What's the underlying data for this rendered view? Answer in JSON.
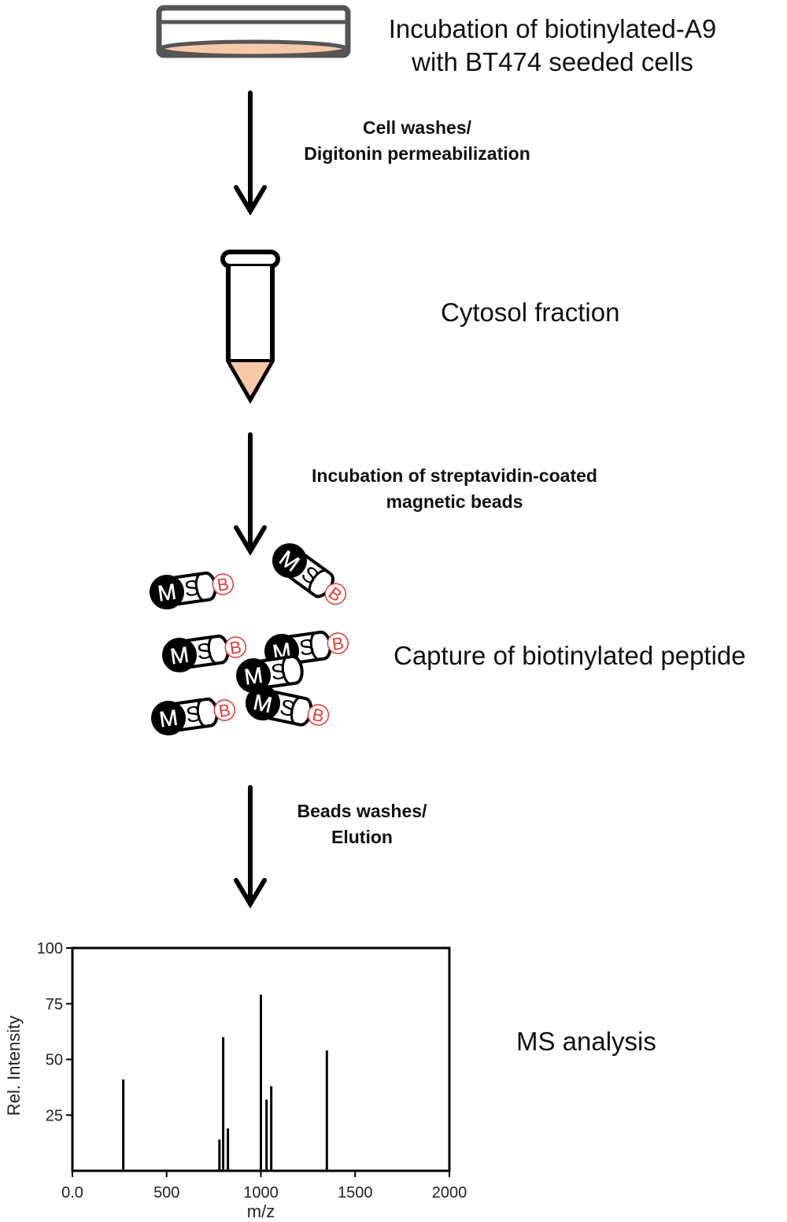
{
  "steps": {
    "incubation": {
      "line1": "Incubation of biotinylated-A9",
      "line2": "with BT474 seeded cells"
    },
    "cytosol": "Cytosol fraction",
    "capture": "Capture of biotinylated  peptide",
    "ms": "MS analysis"
  },
  "transitions": {
    "wash1": {
      "line1": "Cell washes/",
      "line2": "Digitonin permeabilization"
    },
    "wash2": {
      "line1": "Incubation of streptavidin-coated",
      "line2": "magnetic beads"
    },
    "wash3": {
      "line1": "Beads washes/",
      "line2": "Elution"
    }
  },
  "bead_labels": {
    "magnetic": "M",
    "streptavidin": "S",
    "biotin": "B"
  },
  "colors": {
    "sample_fill": "#f7c8a8",
    "biotin_red": "#e53935",
    "ink": "#111111"
  },
  "chart_data": {
    "type": "bar",
    "xlabel": "m/z",
    "ylabel": "Rel. Intensity",
    "xlim": [
      0,
      2000
    ],
    "ylim": [
      0,
      100
    ],
    "xticks": [
      "0.0",
      "500",
      "1000",
      "1500",
      "2000"
    ],
    "yticks": [
      "100",
      "75",
      "50",
      "25"
    ],
    "peaks": [
      {
        "x": 270,
        "y": 41
      },
      {
        "x": 780,
        "y": 14
      },
      {
        "x": 800,
        "y": 60
      },
      {
        "x": 825,
        "y": 19
      },
      {
        "x": 1000,
        "y": 79
      },
      {
        "x": 1030,
        "y": 32
      },
      {
        "x": 1055,
        "y": 38
      },
      {
        "x": 1350,
        "y": 54
      }
    ]
  }
}
